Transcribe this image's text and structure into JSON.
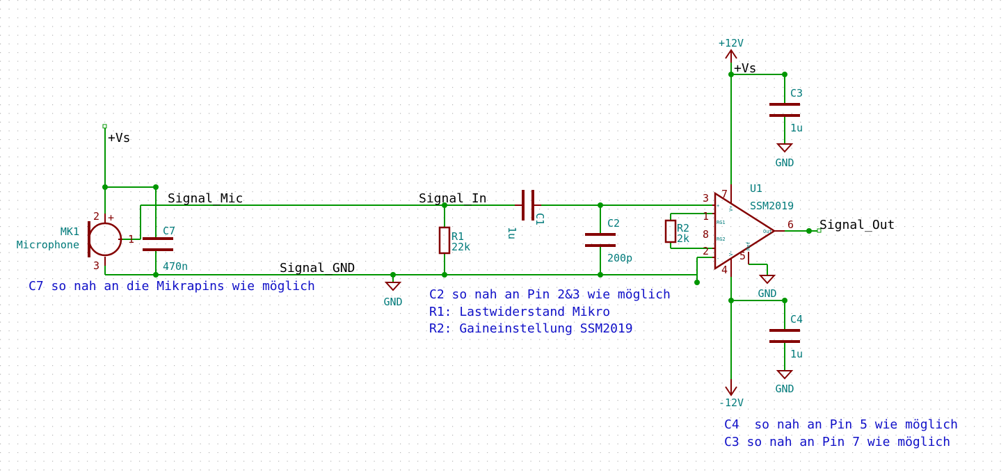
{
  "nets": {
    "vs_left": "+Vs",
    "vs_right": "+Vs",
    "signal_mic": "Signal_Mic",
    "signal_in": "Signal_In",
    "signal_gnd": "Signal_GND",
    "signal_out": "Signal_Out"
  },
  "power": {
    "pos12": "+12V",
    "neg12": "-12V",
    "gnd": "GND"
  },
  "components": {
    "mk1": {
      "ref": "MK1",
      "value": "Microphone",
      "pins": [
        "1",
        "2",
        "3"
      ]
    },
    "c7": {
      "ref": "C7",
      "value": "470n"
    },
    "r1": {
      "ref": "R1",
      "value": "22k"
    },
    "c1": {
      "ref": "C1",
      "value": "1u"
    },
    "c2": {
      "ref": "C2",
      "value": "200p"
    },
    "r2": {
      "ref": "R2",
      "value": "2k"
    },
    "u1": {
      "ref": "U1",
      "value": "SSM2019",
      "pins": {
        "p1": "1",
        "p2": "2",
        "p3": "3",
        "p4": "4",
        "p5": "5",
        "p6": "6",
        "p7": "7",
        "p8": "8"
      },
      "pin_names": {
        "rg1": "RG1",
        "rg2": "RG2",
        "ref": "Ref",
        "out": "Out",
        "vp": "V+",
        "vm": "V-",
        "plus": "+",
        "minus": "-"
      }
    },
    "c3": {
      "ref": "C3",
      "value": "1u"
    },
    "c4": {
      "ref": "C4",
      "value": "1u"
    }
  },
  "notes": {
    "c7": "C7 so nah an die Mikrapins wie möglich",
    "c2": "C2 so nah an Pin 2&3 wie möglich",
    "r1": "R1: Lastwiderstand Mikro",
    "r2": "R2: Gaineinstellung SSM2019",
    "c4": "C4  so nah an Pin 5 wie möglich",
    "c3": "C3 so nah an Pin 7 wie möglich"
  }
}
